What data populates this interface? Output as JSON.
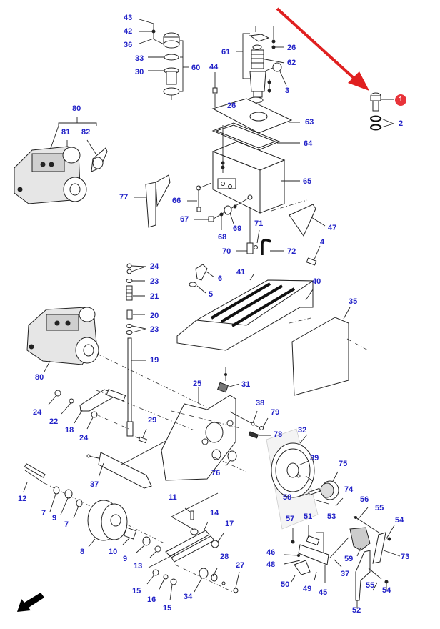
{
  "diagram": {
    "type": "exploded-parts-diagram",
    "subject": "Hydraulic tank, pump and drive assembly",
    "accent_colors": {
      "label": "#2323c8",
      "highlight_badge": "#e8333a",
      "pointer_arrow": "#e02020",
      "orientation_arrow": "#000000"
    },
    "highlighted_part": {
      "number": "1",
      "note": "red badge with red pointer arrow"
    },
    "callouts": [
      {
        "id": "c43",
        "text": "43"
      },
      {
        "id": "c42",
        "text": "42"
      },
      {
        "id": "c36",
        "text": "36"
      },
      {
        "id": "c33",
        "text": "33"
      },
      {
        "id": "c30",
        "text": "30"
      },
      {
        "id": "c60",
        "text": "60"
      },
      {
        "id": "c44",
        "text": "44"
      },
      {
        "id": "c61",
        "text": "61"
      },
      {
        "id": "c26a",
        "text": "26"
      },
      {
        "id": "c62",
        "text": "62"
      },
      {
        "id": "c3",
        "text": "3"
      },
      {
        "id": "c26b",
        "text": "26"
      },
      {
        "id": "c63",
        "text": "63"
      },
      {
        "id": "c64",
        "text": "64"
      },
      {
        "id": "c65",
        "text": "65"
      },
      {
        "id": "c2",
        "text": "2"
      },
      {
        "id": "c80a",
        "text": "80"
      },
      {
        "id": "c81",
        "text": "81"
      },
      {
        "id": "c82",
        "text": "82"
      },
      {
        "id": "c77",
        "text": "77"
      },
      {
        "id": "c66",
        "text": "66"
      },
      {
        "id": "c67",
        "text": "67"
      },
      {
        "id": "c68",
        "text": "68"
      },
      {
        "id": "c69",
        "text": "69"
      },
      {
        "id": "c71",
        "text": "71"
      },
      {
        "id": "c70",
        "text": "70"
      },
      {
        "id": "c72",
        "text": "72"
      },
      {
        "id": "c47",
        "text": "47"
      },
      {
        "id": "c4",
        "text": "4"
      },
      {
        "id": "c24a",
        "text": "24"
      },
      {
        "id": "c23a",
        "text": "23"
      },
      {
        "id": "c21",
        "text": "21"
      },
      {
        "id": "c20",
        "text": "20"
      },
      {
        "id": "c23b",
        "text": "23"
      },
      {
        "id": "c19",
        "text": "19"
      },
      {
        "id": "c6",
        "text": "6"
      },
      {
        "id": "c5",
        "text": "5"
      },
      {
        "id": "c41",
        "text": "41"
      },
      {
        "id": "c40",
        "text": "40"
      },
      {
        "id": "c35",
        "text": "35"
      },
      {
        "id": "c80b",
        "text": "80"
      },
      {
        "id": "c24b",
        "text": "24"
      },
      {
        "id": "c22",
        "text": "22"
      },
      {
        "id": "c18",
        "text": "18"
      },
      {
        "id": "c24c",
        "text": "24"
      },
      {
        "id": "c29",
        "text": "29"
      },
      {
        "id": "c25",
        "text": "25"
      },
      {
        "id": "c31",
        "text": "31"
      },
      {
        "id": "c38",
        "text": "38"
      },
      {
        "id": "c79",
        "text": "79"
      },
      {
        "id": "c78",
        "text": "78"
      },
      {
        "id": "c32",
        "text": "32"
      },
      {
        "id": "c39",
        "text": "39"
      },
      {
        "id": "c76",
        "text": "76"
      },
      {
        "id": "c37a",
        "text": "37"
      },
      {
        "id": "c12",
        "text": "12"
      },
      {
        "id": "c7a",
        "text": "7"
      },
      {
        "id": "c9a",
        "text": "9"
      },
      {
        "id": "c7b",
        "text": "7"
      },
      {
        "id": "c8",
        "text": "8"
      },
      {
        "id": "c10",
        "text": "10"
      },
      {
        "id": "c9b",
        "text": "9"
      },
      {
        "id": "c11",
        "text": "11"
      },
      {
        "id": "c14",
        "text": "14"
      },
      {
        "id": "c17",
        "text": "17"
      },
      {
        "id": "c13",
        "text": "13"
      },
      {
        "id": "c28",
        "text": "28"
      },
      {
        "id": "c27",
        "text": "27"
      },
      {
        "id": "c15a",
        "text": "15"
      },
      {
        "id": "c16",
        "text": "16"
      },
      {
        "id": "c15b",
        "text": "15"
      },
      {
        "id": "c34",
        "text": "34"
      },
      {
        "id": "c75",
        "text": "75"
      },
      {
        "id": "c58",
        "text": "58"
      },
      {
        "id": "c74",
        "text": "74"
      },
      {
        "id": "c56",
        "text": "56"
      },
      {
        "id": "c55a",
        "text": "55"
      },
      {
        "id": "c54a",
        "text": "54"
      },
      {
        "id": "c57",
        "text": "57"
      },
      {
        "id": "c51",
        "text": "51"
      },
      {
        "id": "c53",
        "text": "53"
      },
      {
        "id": "c46",
        "text": "46"
      },
      {
        "id": "c48",
        "text": "48"
      },
      {
        "id": "c50",
        "text": "50"
      },
      {
        "id": "c49",
        "text": "49"
      },
      {
        "id": "c45",
        "text": "45"
      },
      {
        "id": "c37b",
        "text": "37"
      },
      {
        "id": "c59",
        "text": "59"
      },
      {
        "id": "c73",
        "text": "73"
      },
      {
        "id": "c55b",
        "text": "55"
      },
      {
        "id": "c54b",
        "text": "54"
      },
      {
        "id": "c52",
        "text": "52"
      }
    ]
  }
}
